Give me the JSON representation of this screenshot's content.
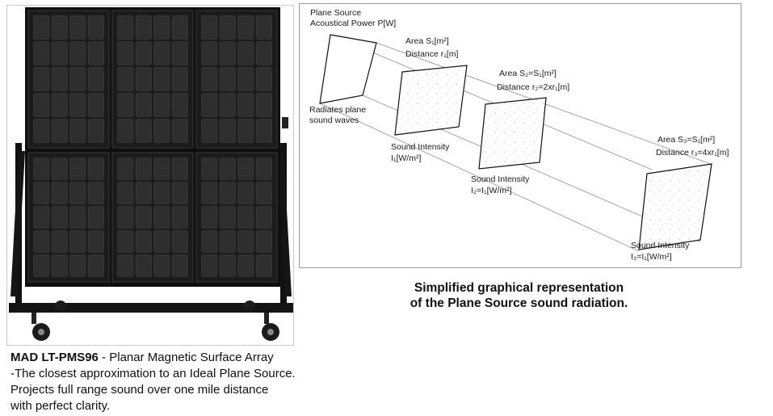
{
  "product": {
    "model": "MAD LT-PMS96",
    "name_suffix": " - Planar Magnetic Surface Array",
    "description_lines": [
      "-The closest approximation to an Ideal Plane Source.",
      "Projects full range sound over one mile distance",
      "with perfect clarity."
    ]
  },
  "diagram": {
    "source_label": [
      "Plane Source",
      "Acoustical Power P[W]"
    ],
    "radiates_label": [
      "Radiates plane",
      "sound waves"
    ],
    "plane1_area": [
      "Area S₁[m²]",
      "Distance r₁[m]"
    ],
    "plane1_intensity": [
      "Sound Intensity",
      "I₁[W/m²]"
    ],
    "plane2_area": [
      "Area S₂=S₁[m²]",
      "Distance r₂=2xr₁[m]"
    ],
    "plane2_intensity": [
      "Sound Intensity",
      "I₂=I₁[W/m²]"
    ],
    "plane3_area": [
      "Area S₃=S₁[m²]",
      "Distance r₃=4xr₁[m]"
    ],
    "plane3_intensity": [
      "Sound Intensity",
      "I₃=I₁[W/m²]"
    ],
    "caption_lines": [
      "Simplified graphical representation",
      "of the Plane Source sound radiation."
    ]
  },
  "colors": {
    "panel_dark": "#1b1b1b",
    "panel_cell": "#2e2e2e",
    "frame": "#0d0d0d",
    "diagram_line": "#8a8a8a",
    "plane_stroke": "#111111"
  }
}
